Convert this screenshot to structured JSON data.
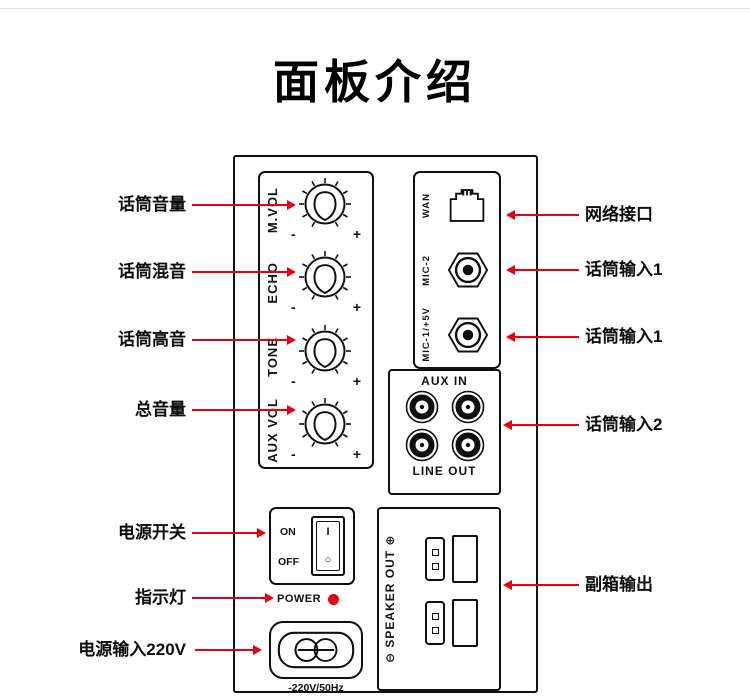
{
  "title": "面板介绍",
  "panel": {
    "knob_minus": "-",
    "knob_plus": "+",
    "knobs": [
      {
        "label": "M.VOL"
      },
      {
        "label": "ECHO"
      },
      {
        "label": "TONE"
      },
      {
        "label": "AUX VOL"
      }
    ],
    "io": {
      "wan_label": "WAN",
      "mic2_label": "MIC-2",
      "mic1_label": "MIC-1/+5V"
    },
    "aux": {
      "top": "AUX IN",
      "bottom": "LINE OUT"
    },
    "power_switch": {
      "on": "ON",
      "off": "OFF",
      "rocker_on": "I",
      "rocker_off": "○"
    },
    "indicator": {
      "label": "POWER"
    },
    "ac_inlet": {
      "label": "-220V/50Hz"
    },
    "speaker": {
      "label": "⊖ SPEAKER OUT ⊕"
    }
  },
  "callouts": {
    "left": [
      {
        "text": "话筒音量"
      },
      {
        "text": "话筒混音"
      },
      {
        "text": "话筒高音"
      },
      {
        "text": "总音量"
      },
      {
        "text": "电源开关"
      },
      {
        "text": "指示灯"
      },
      {
        "text": "电源输入220V"
      }
    ],
    "right": [
      {
        "text": "网络接口"
      },
      {
        "text": "话筒输入1"
      },
      {
        "text": "话筒输入1"
      },
      {
        "text": "话筒输入2"
      },
      {
        "text": "副箱输出"
      }
    ]
  },
  "colors": {
    "accent": "#e60012",
    "outline": "#101010"
  }
}
